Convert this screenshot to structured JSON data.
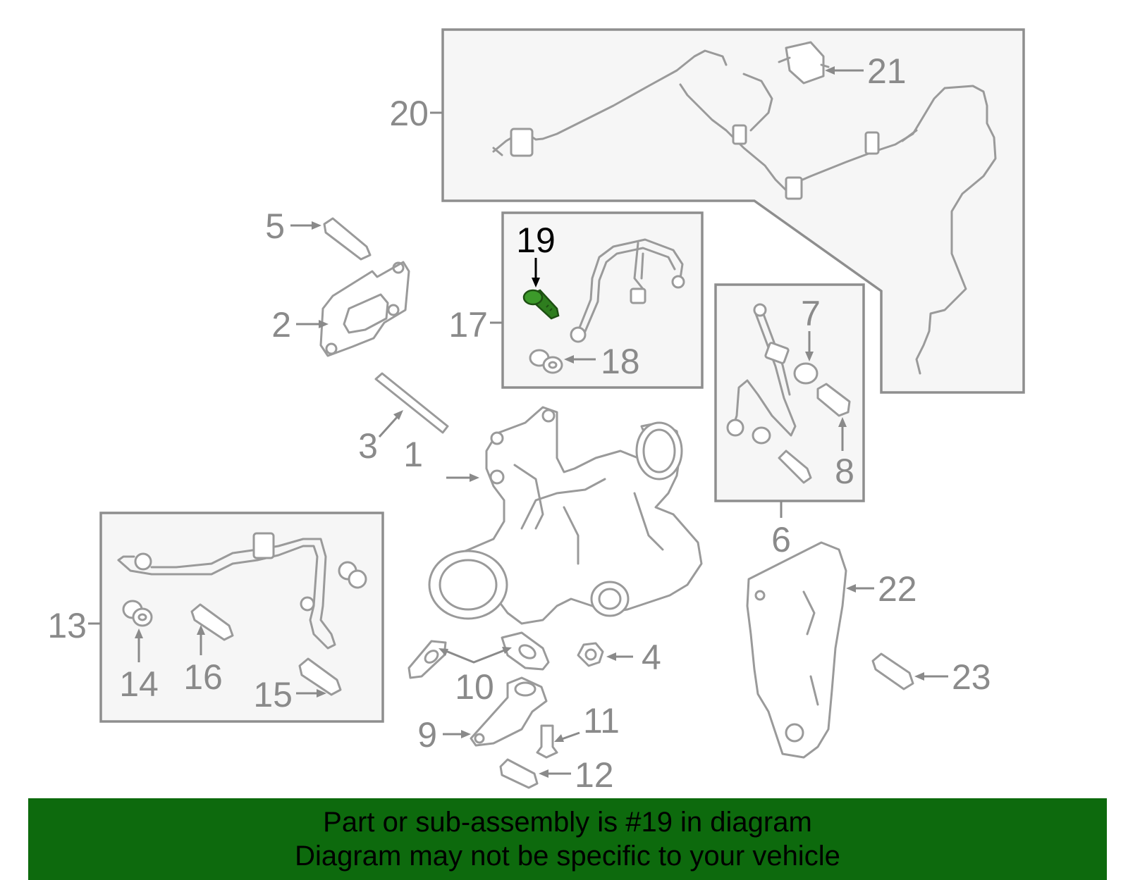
{
  "diagram": {
    "callouts": [
      {
        "id": "1",
        "label": "1"
      },
      {
        "id": "2",
        "label": "2"
      },
      {
        "id": "3",
        "label": "3"
      },
      {
        "id": "4",
        "label": "4"
      },
      {
        "id": "5",
        "label": "5"
      },
      {
        "id": "6",
        "label": "6"
      },
      {
        "id": "7",
        "label": "7"
      },
      {
        "id": "8",
        "label": "8"
      },
      {
        "id": "9",
        "label": "9"
      },
      {
        "id": "10",
        "label": "10"
      },
      {
        "id": "11",
        "label": "11"
      },
      {
        "id": "12",
        "label": "12"
      },
      {
        "id": "13",
        "label": "13"
      },
      {
        "id": "14",
        "label": "14"
      },
      {
        "id": "15",
        "label": "15"
      },
      {
        "id": "16",
        "label": "16"
      },
      {
        "id": "17",
        "label": "17"
      },
      {
        "id": "18",
        "label": "18"
      },
      {
        "id": "19",
        "label": "19"
      },
      {
        "id": "20",
        "label": "20"
      },
      {
        "id": "21",
        "label": "21"
      },
      {
        "id": "22",
        "label": "22"
      },
      {
        "id": "23",
        "label": "23"
      }
    ],
    "highlighted_part": "19",
    "colors": {
      "highlight_part": "#2e7d1e",
      "banner_bg": "#0d6a0d",
      "line_art": "#9a9a9a",
      "box_fill": "#f6f6f6"
    }
  },
  "banner": {
    "line1": "Part or sub-assembly is #19 in diagram",
    "line2": "Diagram may not be specific to your vehicle"
  }
}
